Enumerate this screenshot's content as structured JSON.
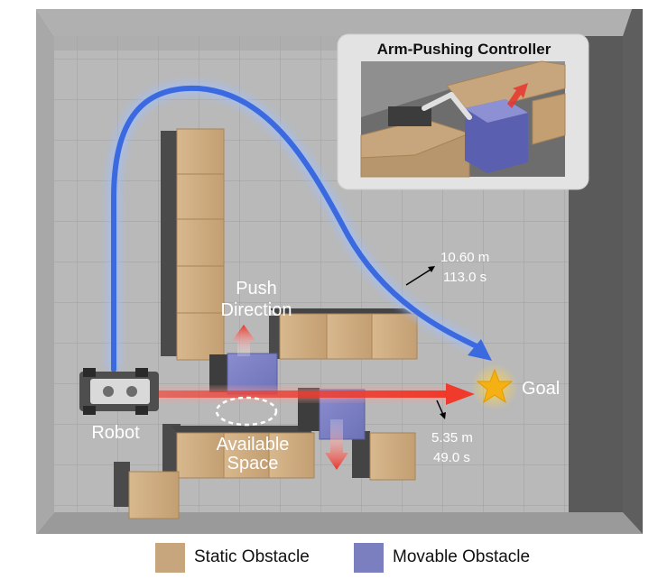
{
  "inset": {
    "title": "Arm-Pushing Controller"
  },
  "labels": {
    "push_direction_line1": "Push",
    "push_direction_line2": "Direction",
    "available_space_line1": "Available",
    "available_space_line2": "Space",
    "robot": "Robot",
    "goal": "Goal"
  },
  "paths": {
    "long_path": {
      "distance": "10.60 m",
      "time": "113.0 s",
      "color": "#3b6ae0"
    },
    "short_path": {
      "distance": "5.35 m",
      "time": "49.0 s",
      "color": "#e8342a"
    }
  },
  "legend": {
    "static": {
      "label": "Static Obstacle",
      "color": "#c8a67d"
    },
    "movable": {
      "label": "Movable Obstacle",
      "color": "#7b7fc0"
    }
  },
  "colors": {
    "goal_star": "#f5b014",
    "floor": "#b8b8b8",
    "wall": "#5a5a5a"
  }
}
